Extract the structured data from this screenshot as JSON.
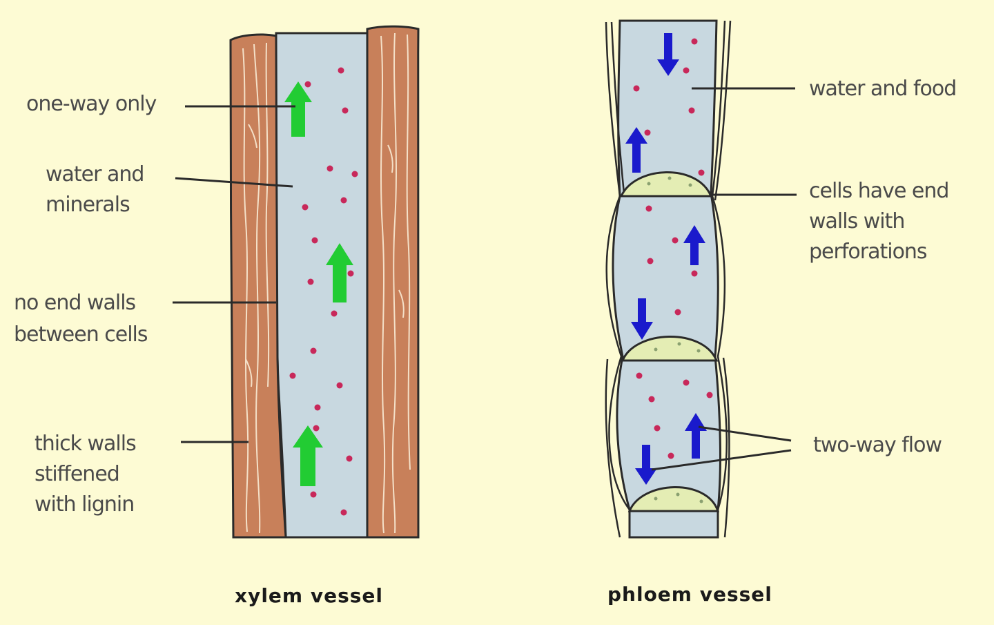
{
  "diagram": {
    "xylem": {
      "title": "xylem vessel",
      "labels": {
        "one_way": "one-way only",
        "water_minerals_1": "water and",
        "water_minerals_2": "minerals",
        "no_end_walls_1": "no end walls",
        "no_end_walls_2": "between cells",
        "thick_walls_1": "thick walls",
        "thick_walls_2": "stiffened",
        "thick_walls_3": "with lignin"
      }
    },
    "phloem": {
      "title": "phloem vessel",
      "labels": {
        "water_food": "water and food",
        "end_walls_1": "cells have end",
        "end_walls_2": "walls with",
        "end_walls_3": "perforations",
        "two_way": "two-way flow"
      }
    },
    "colors": {
      "background": "#fdfbd4",
      "wood": "#c8805a",
      "lumen": "#c8d8e0",
      "particle": "#c8285a",
      "xylem_arrow": "#22cc33",
      "phloem_arrow": "#1a1acc",
      "sieve_plate": "#e4edb4"
    }
  }
}
